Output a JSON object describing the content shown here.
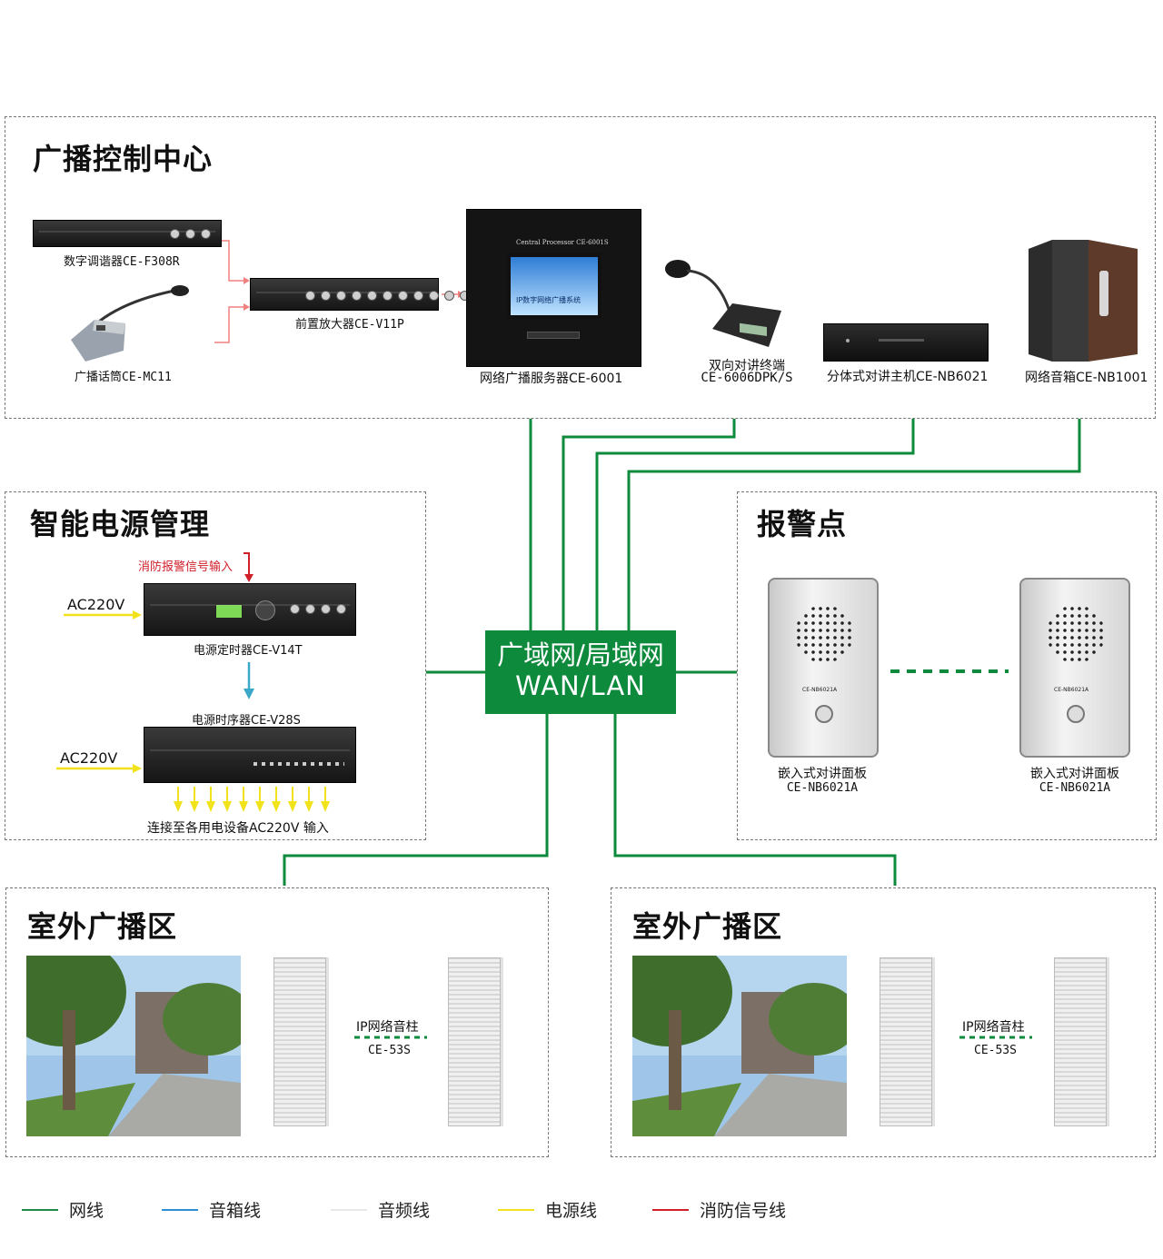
{
  "zones": {
    "control_center": "广播控制中心",
    "power_mgmt": "智能电源管理",
    "alarm": "报警点",
    "outdoor_left": "室外广播区",
    "outdoor_right": "室外广播区"
  },
  "control_center": {
    "tuner": "数字调谐器CE-F308R",
    "mic": "广播话筒CE-MC11",
    "preamp": "前置放大器CE-V11P",
    "server": "网络广播服务器CE-6001",
    "server_brand": "Central Processor CE-6001S",
    "server_screen_text": "IP数字网络广播系统",
    "intercom_terminal_line1": "双向对讲终端",
    "intercom_terminal_line2": "CE-6006DPK/S",
    "intercom_host": "分体式对讲主机CE-NB6021",
    "speaker": "网络音箱CE-NB1001"
  },
  "network": {
    "line1": "广域网/局域网",
    "line2": "WAN/LAN"
  },
  "power": {
    "fire_signal": "消防报警信号输入",
    "ac_in_1": "AC220V",
    "timer": "电源定时器CE-V14T",
    "sequencer": "电源时序器CE-V28S",
    "ac_in_2": "AC220V",
    "output": "连接至各用电设备AC220V 输入"
  },
  "alarm": {
    "panel1_line1": "嵌入式对讲面板",
    "panel1_line2": "CE-NB6021A",
    "panel2_line1": "嵌入式对讲面板",
    "panel2_line2": "CE-NB6021A",
    "panel_model_small": "CE-NB6021A"
  },
  "outdoor_left": {
    "label_line1": "IP网络音柱",
    "label_line2": "CE-53S"
  },
  "outdoor_right": {
    "label_line1": "IP网络音柱",
    "label_line2": "CE-53S"
  },
  "legend": [
    {
      "label": "网线",
      "color": "#1e8a4a"
    },
    {
      "label": "音箱线",
      "color": "#2f8fd6"
    },
    {
      "label": "音频线",
      "color": "#e8e8e8"
    },
    {
      "label": "电源线",
      "color": "#f1e21b"
    },
    {
      "label": "消防信号线",
      "color": "#d0202a"
    }
  ],
  "colors": {
    "network_line": "#0e8a3c",
    "power_line": "#f1e21b",
    "audio_line": "#f08080",
    "fire_signal": "#d0202a",
    "blue_link": "#3aa9c9"
  }
}
